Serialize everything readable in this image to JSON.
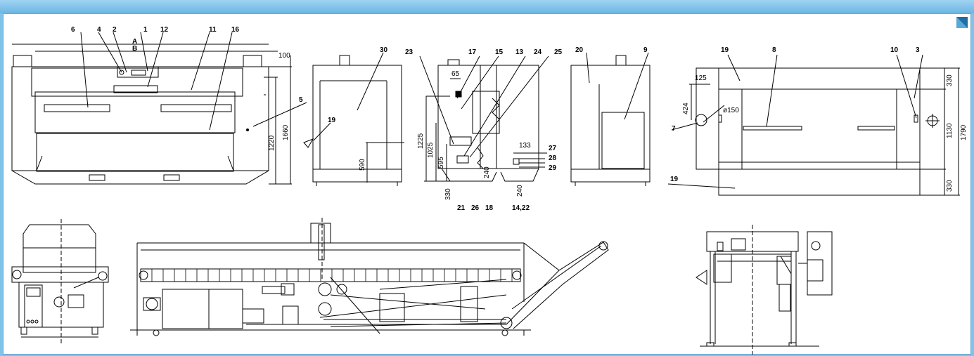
{
  "callouts": {
    "c1": "1",
    "c2": "2",
    "c3": "3",
    "c4": "4",
    "c5": "5",
    "c6": "6",
    "c7": "7",
    "c8": "8",
    "c9": "9",
    "c10": "10",
    "c11": "11",
    "c12": "12",
    "c13": "13",
    "c15": "15",
    "c16": "16",
    "c17": "17",
    "c18": "18",
    "c19a": "19",
    "c19b": "19",
    "c19c": "19",
    "c20": "20",
    "c21": "21",
    "c23": "23",
    "c24": "24",
    "c25": "25",
    "c26": "26",
    "c27": "27",
    "c28": "28",
    "c29": "29",
    "c30": "30",
    "c1422": "14,22",
    "cA": "A",
    "cB": "B"
  },
  "dimensions": {
    "d100": "100",
    "d1220": "1220",
    "d1660": "1660",
    "d590": "590",
    "d65": "65",
    "d1225": "1225",
    "d1025": "1025",
    "d595": "595",
    "d330a": "330",
    "d240a": "240",
    "d133": "133",
    "d240b": "240",
    "d125": "125",
    "d424": "424",
    "d150": "ø150",
    "d330b": "330",
    "d1130": "1130",
    "d1790": "1790",
    "d330c": "330"
  }
}
